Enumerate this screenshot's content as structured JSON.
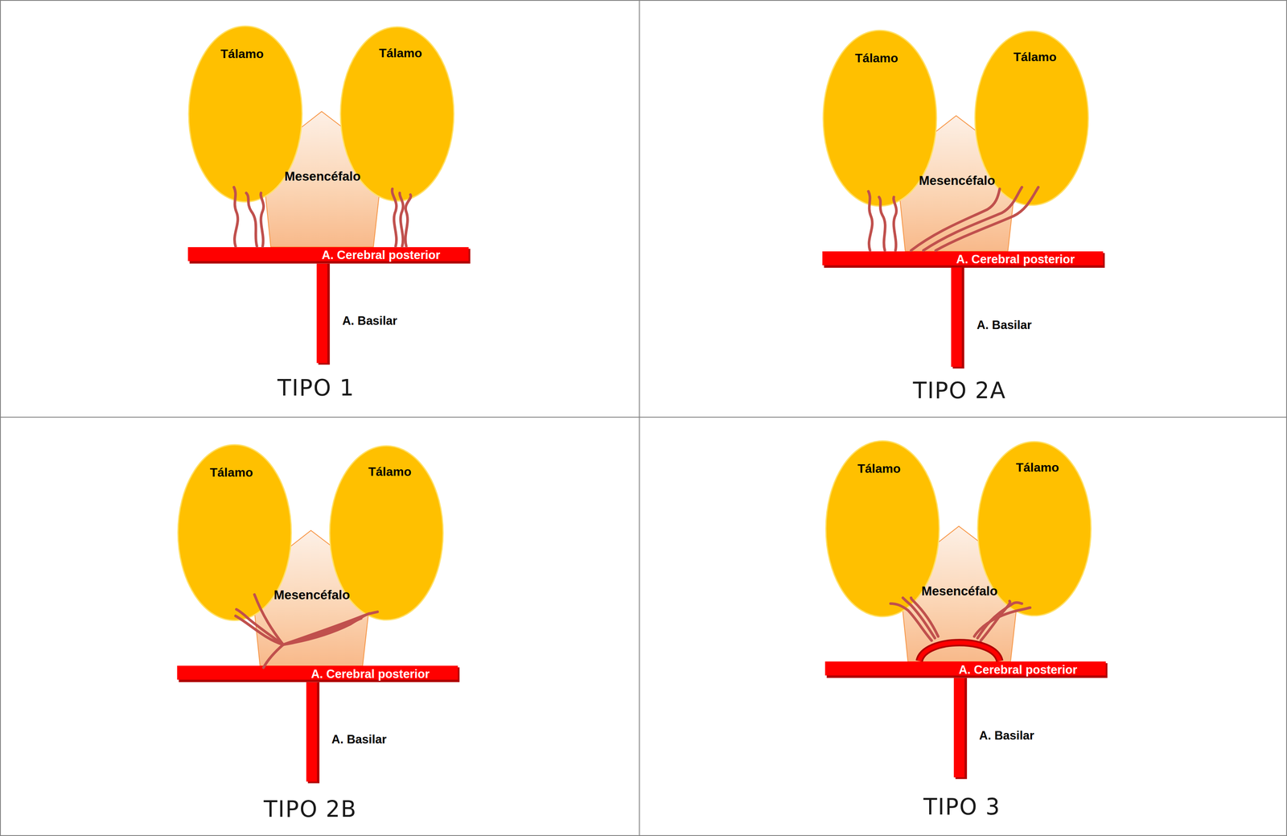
{
  "diagram": {
    "nodes": [
      {
        "text": [
          "Tálamo"
        ]
      },
      {
        "text": [
          "Tálamo"
        ]
      },
      {
        "text": [
          "Mesencéfalo"
        ]
      },
      {
        "text": [
          "A. Cerebral posterior"
        ]
      },
      {
        "text": [
          "A. Basilar"
        ]
      },
      {
        "text": [
          "Tálamo"
        ]
      },
      {
        "text": [
          "Tálamo"
        ]
      },
      {
        "text": [
          "Mesencéfalo"
        ]
      },
      {
        "text": [
          "A. Cerebral posterior"
        ]
      },
      {
        "text": [
          "A. Basilar"
        ]
      },
      {
        "text": [
          "Tálamo"
        ]
      },
      {
        "text": [
          "Tálamo"
        ]
      },
      {
        "text": [
          "Mesencéfalo"
        ]
      },
      {
        "text": [
          "A. Cerebral posterior"
        ]
      },
      {
        "text": [
          "A. Basilar"
        ]
      },
      {
        "text": [
          "Tálamo"
        ]
      },
      {
        "text": [
          "Tálamo"
        ]
      },
      {
        "text": [
          "Mesencéfalo"
        ]
      },
      {
        "text": [
          "A. Cerebral posterior"
        ]
      },
      {
        "text": [
          "A. Basilar"
        ]
      }
    ],
    "labels": [
      "TIPO 1",
      "TIPO 2A",
      "TIPO 2B",
      "TIPO 3"
    ]
  }
}
